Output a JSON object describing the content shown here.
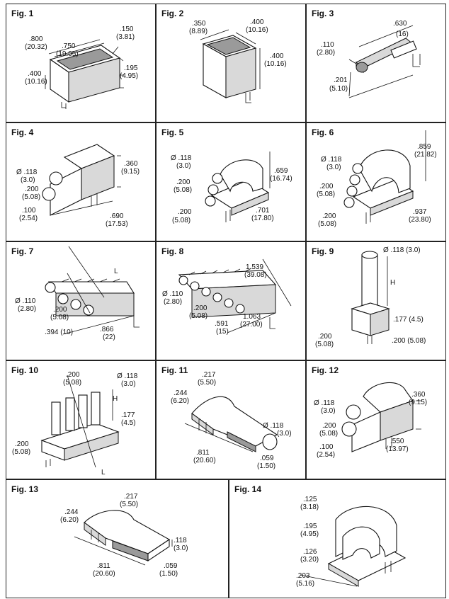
{
  "figures": [
    {
      "title": "Fig. 1",
      "dims": [
        ".800",
        "(20.32)",
        ".750",
        "(19.05)",
        ".150",
        "(3.81)",
        ".195",
        "(4.95)",
        ".400",
        "(10.16)"
      ]
    },
    {
      "title": "Fig. 2",
      "dims": [
        ".350",
        "(8.89)",
        ".400",
        "(10.16)",
        ".400",
        "(10.16)"
      ]
    },
    {
      "title": "Fig. 3",
      "dims": [
        ".630",
        "(16)",
        ".110",
        "(2.80)",
        ".201",
        "(5.10)"
      ]
    },
    {
      "title": "Fig. 4",
      "dims": [
        "Ø .118",
        "(3.0)",
        ".200",
        "(5.08)",
        ".100",
        "(2.54)",
        ".360",
        "(9.15)",
        ".690",
        "(17.53)"
      ]
    },
    {
      "title": "Fig. 5",
      "dims": [
        "Ø .118",
        "(3.0)",
        ".659",
        "(16.74)",
        ".200",
        "(5.08)",
        ".200",
        "(5.08)",
        ".701",
        "(17.80)"
      ]
    },
    {
      "title": "Fig. 6",
      "dims": [
        "Ø .118",
        "(3.0)",
        ".859",
        "(21.82)",
        ".200",
        "(5.08)",
        ".200",
        "(5.08)",
        ".937",
        "(23.80)"
      ]
    },
    {
      "title": "Fig. 7",
      "dims": [
        "L",
        "Ø .110",
        "(2.80)",
        ".200",
        "(5.08)",
        ".394 (10)",
        ".866",
        "(22)"
      ]
    },
    {
      "title": "Fig. 8",
      "dims": [
        "1.539",
        "(39.08)",
        "Ø .110",
        "(2.80)",
        ".200",
        "(5.08)",
        ".591",
        "(15)",
        "1.063",
        "(27.00)"
      ]
    },
    {
      "title": "Fig. 9",
      "dims": [
        "Ø .118 (3.0)",
        "H",
        ".177 (4.5)",
        ".200",
        "(5.08)",
        ".200 (5.08)"
      ]
    },
    {
      "title": "Fig. 10",
      "dims": [
        ".200",
        "(5.08)",
        "Ø .118",
        "(3.0)",
        "H",
        ".177",
        "(4.5)",
        ".200",
        "(5.08)",
        "L"
      ]
    },
    {
      "title": "Fig. 11",
      "dims": [
        ".217",
        "(5.50)",
        ".244",
        "(6.20)",
        "Ø .118",
        "(3.0)",
        ".811",
        "(20.60)",
        ".059",
        "(1.50)"
      ]
    },
    {
      "title": "Fig. 12",
      "dims": [
        "Ø .118",
        "(3.0)",
        ".360",
        "(9.15)",
        ".200",
        "(5.08)",
        ".100",
        "(2.54)",
        ".550",
        "(13.97)"
      ]
    },
    {
      "title": "Fig. 13",
      "dims": [
        ".217",
        "(5.50)",
        ".244",
        "(6.20)",
        ".118",
        "(3.0)",
        ".811",
        "(20.60)",
        ".059",
        "(1.50)"
      ]
    },
    {
      "title": "Fig. 14",
      "dims": [
        ".125",
        "(3.18)",
        ".195",
        "(4.95)",
        ".126",
        "(3.20)",
        ".203",
        "(5.16)"
      ]
    }
  ]
}
